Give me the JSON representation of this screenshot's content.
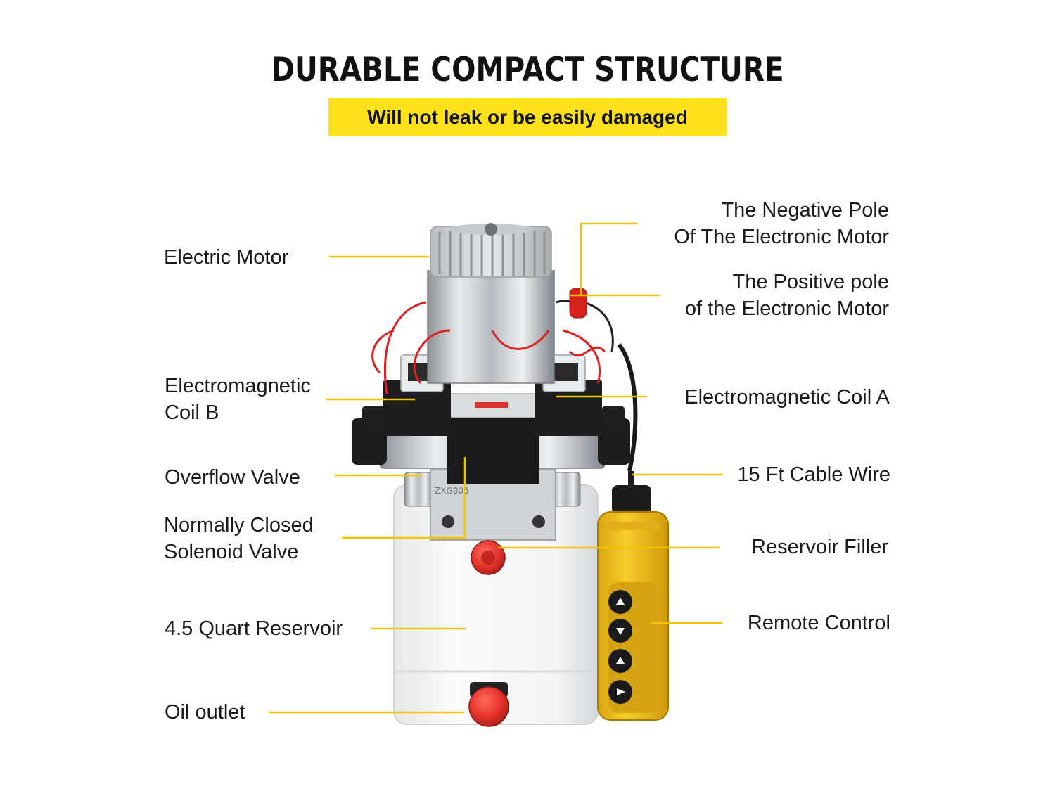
{
  "header": {
    "title": "DURABLE COMPACT STRUCTURE",
    "subtitle": "Will not leak or be easily damaged"
  },
  "labels": {
    "electric_motor": "Electric Motor",
    "coil_b_line1": "Electromagnetic",
    "coil_b_line2": "Coil B",
    "overflow_valve": "Overflow Valve",
    "solenoid_line1": "Normally Closed",
    "solenoid_line2": "Solenoid Valve",
    "reservoir": "4.5 Quart Reservoir",
    "oil_outlet": "Oil outlet",
    "negative_line1": "The Negative Pole",
    "negative_line2": "Of The Electronic Motor",
    "positive_line1": "The Positive pole",
    "positive_line2": "of the Electronic Motor",
    "coil_a": "Electromagnetic Coil A",
    "cable": "15 Ft Cable Wire",
    "filler": "Reservoir Filler",
    "remote": "Remote Control"
  },
  "product": {
    "valve_marking": "ZXG006"
  },
  "colors": {
    "accent_yellow": "#fde11a",
    "leader_line": "#f5c400",
    "pendant_yellow": "#f2c21b",
    "cap_red": "#e5322b"
  }
}
